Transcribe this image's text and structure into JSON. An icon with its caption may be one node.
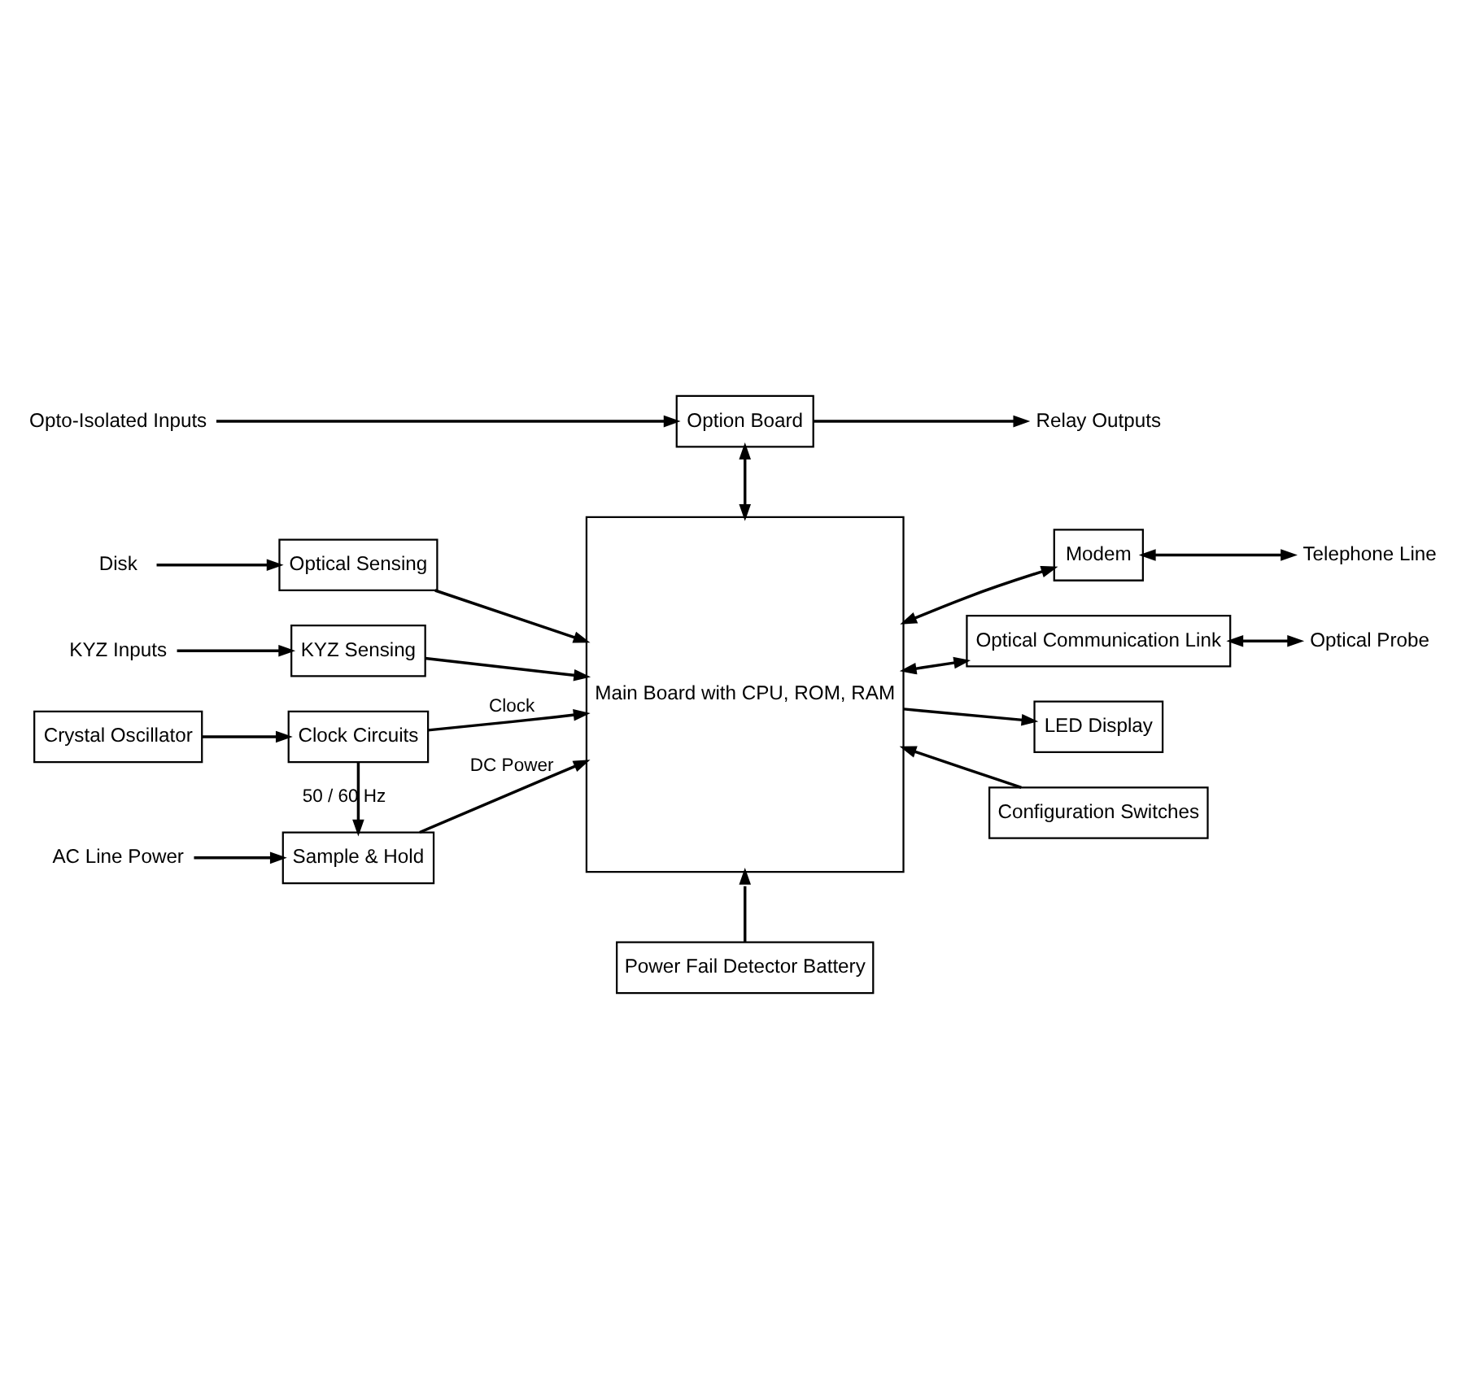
{
  "diagram": {
    "nodes": [
      {
        "text": [
          "Opto-Isolated Inputs"
        ]
      },
      {
        "text": [
          "Option Board"
        ]
      },
      {
        "text": [
          "Relay Outputs"
        ]
      },
      {
        "text": [
          "Disk"
        ]
      },
      {
        "text": [
          "Optical Sensing"
        ]
      },
      {
        "text": [
          "Main Board with CPU, ROM, RAM"
        ]
      },
      {
        "text": [
          "Modem"
        ]
      },
      {
        "text": [
          "Telephone Line"
        ]
      },
      {
        "text": [
          "KYZ Inputs"
        ]
      },
      {
        "text": [
          "KYZ Sensing"
        ]
      },
      {
        "text": [
          "Optical Communication Link"
        ]
      },
      {
        "text": [
          "Optical Probe"
        ]
      },
      {
        "text": [
          "LED Display"
        ]
      },
      {
        "text": [
          "Configuration Switches"
        ]
      },
      {
        "text": [
          "Crystal Oscillator"
        ]
      },
      {
        "text": [
          "Clock Circuits"
        ]
      },
      {
        "text": [
          "Sample & Hold"
        ]
      },
      {
        "text": [
          "Power Fail Detector Battery"
        ]
      },
      {
        "text": [
          "AC Line Power"
        ]
      }
    ],
    "edges": [
      {
        "from": 0,
        "to": 1,
        "arrow": "to"
      },
      {
        "from": 1,
        "to": 2,
        "arrow": "to"
      },
      {
        "from": 1,
        "to": 5,
        "arrow": "both"
      },
      {
        "from": 3,
        "to": 4,
        "arrow": "to"
      },
      {
        "from": 4,
        "to": 5,
        "arrow": "to"
      },
      {
        "from": 5,
        "to": 6,
        "arrow": "both"
      },
      {
        "from": 6,
        "to": 7,
        "arrow": "both"
      },
      {
        "from": 8,
        "to": 9,
        "arrow": "to"
      },
      {
        "from": 9,
        "to": 5,
        "arrow": "to"
      },
      {
        "from": 5,
        "to": 10,
        "arrow": "both"
      },
      {
        "from": 10,
        "to": 11,
        "arrow": "both"
      },
      {
        "from": 5,
        "to": 12,
        "arrow": "to"
      },
      {
        "from": 13,
        "to": 5,
        "arrow": "to"
      },
      {
        "from": 14,
        "to": 15,
        "arrow": "to"
      },
      {
        "from": 15,
        "to": 5,
        "arrow": "to",
        "label": "Clock"
      },
      {
        "from": 16,
        "to": 5,
        "arrow": "to",
        "label": "DC Power"
      },
      {
        "from": 17,
        "to": 5,
        "arrow": "to"
      },
      {
        "from": 18,
        "to": 16,
        "arrow": "to"
      },
      {
        "from": 15,
        "to": 16,
        "arrow": "to",
        "label": "50 / 60 Hz"
      }
    ]
  }
}
